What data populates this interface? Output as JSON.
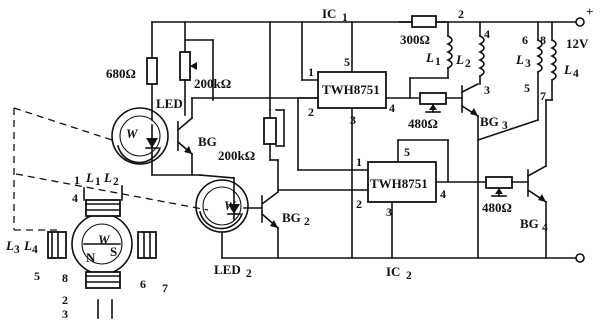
{
  "labels": {
    "ic1": "IC",
    "ic1_sub": "1",
    "ic2": "IC",
    "ic2_sub": "2",
    "twh1": "TWH8751",
    "twh2": "TWH8751",
    "r680": "680Ω",
    "r200k_top": "200kΩ",
    "r200k_mid": "200kΩ",
    "r300": "300Ω",
    "r480_a": "480Ω",
    "r480_b": "480Ω",
    "led": "LED",
    "led2": "LED",
    "led2_sub": "2",
    "bg": "BG",
    "bg2": "BG",
    "bg2_sub": "2",
    "bg3": "BG",
    "bg3_sub": "3",
    "bg4": "BG",
    "bg4_sub": "4",
    "supply": "12V",
    "plus": "+",
    "l1": "L",
    "l1_sub": "1",
    "l2": "L",
    "l2_sub": "2",
    "l3": "L",
    "l3_sub": "3",
    "l4": "L",
    "l4_sub": "4",
    "ic1_pin1": "1",
    "ic1_pin2": "2",
    "ic1_pin3": "3",
    "ic1_pin4": "4",
    "ic1_pin5": "5",
    "ic2_pin1": "1",
    "ic2_pin2": "2",
    "ic2_pin3": "3",
    "ic2_pin4": "4",
    "ic2_pin5": "5",
    "node_2": "2",
    "node_3": "3",
    "node_4": "4",
    "node_5": "5",
    "node_6": "6",
    "node_7": "7",
    "node_8": "8",
    "w_top": "W",
    "w_mid": "W",
    "motor_n": "N",
    "motor_w": "W",
    "motor_s": "S",
    "m_l1": "L",
    "m_l1_sub": "1",
    "m_l2": "L",
    "m_l2_sub": "2",
    "m_l3": "L",
    "m_l3_sub": "3",
    "m_l4": "L",
    "m_l4_sub": "4",
    "m_1": "1",
    "m_2": "2",
    "m_3": "3",
    "m_4": "4",
    "m_5": "5",
    "m_6": "6",
    "m_7": "7",
    "m_8": "8"
  }
}
